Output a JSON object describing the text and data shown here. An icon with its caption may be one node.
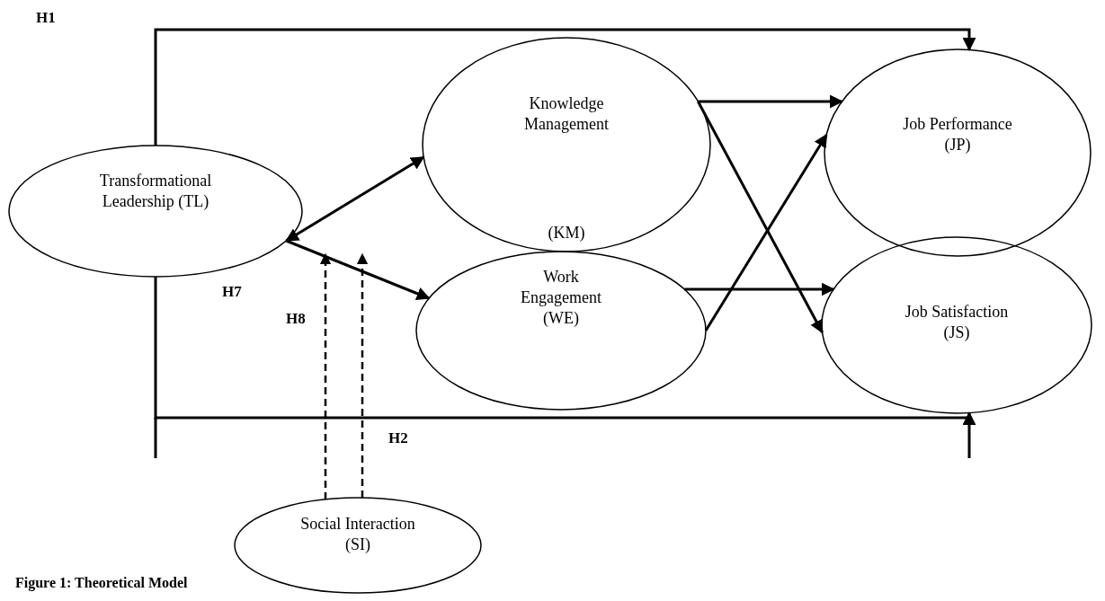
{
  "diagram": {
    "caption": "Figure 1: Theoretical Model",
    "nodes": [
      {
        "text": [
          "Transformational Leadership (TL)"
        ]
      },
      {
        "text": [
          "Knowledge Management",
          "(KM)"
        ]
      },
      {
        "text": [
          "Job Performance (JP)"
        ]
      },
      {
        "text": [
          "Work Engagement (WE)"
        ]
      },
      {
        "text": [
          "Job Satisfaction (JS)"
        ]
      },
      {
        "text": [
          "Social Interaction (SI)"
        ]
      }
    ],
    "edges": [
      {
        "from": 0,
        "to": 2,
        "arrow": "to"
      },
      {
        "from": 0,
        "to": 1,
        "arrow": "both"
      },
      {
        "from": 0,
        "to": 3,
        "arrow": "to"
      },
      {
        "from": 1,
        "to": 2,
        "arrow": "to"
      },
      {
        "from": 1,
        "to": 4,
        "arrow": "to"
      },
      {
        "from": 3,
        "to": 4,
        "arrow": "to"
      },
      {
        "from": 3,
        "to": 2,
        "arrow": "to"
      },
      {
        "from": 0,
        "to": 4,
        "arrow": "to"
      },
      {
        "from": 5,
        "to": null,
        "arrow": "to",
        "style": "dashed"
      },
      {
        "from": 5,
        "to": null,
        "arrow": "to",
        "style": "dashed"
      }
    ],
    "labels": [
      "H1",
      "H7",
      "H8",
      "H2"
    ]
  }
}
